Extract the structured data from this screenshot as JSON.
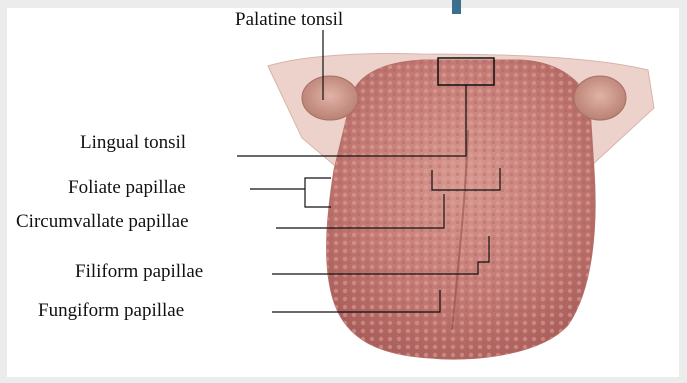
{
  "labels": {
    "palatine_tonsil": "Palatine tonsil",
    "lingual_tonsil": "Lingual tonsil",
    "foliate_papillae": "Foliate papillae",
    "circumvallate_papillae": "Circumvallate papillae",
    "filiform_papillae": "Filiform papillae",
    "fungiform_papillae": "Fungiform papillae"
  },
  "colors": {
    "tongue": "#c47a74",
    "tongue_dark": "#9e5654",
    "tongue_light": "#dca39b",
    "tonsil_flap": "#e8c4bb",
    "leader_line": "#111111",
    "border": "#ececec",
    "accent_tab": "#3b6e8f"
  }
}
